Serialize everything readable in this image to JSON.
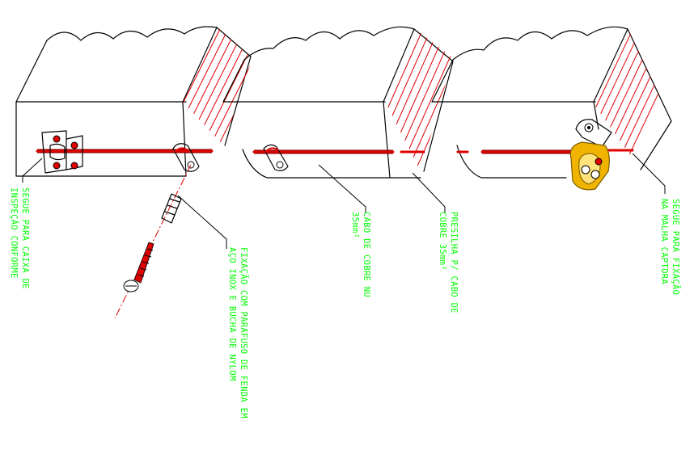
{
  "labels": {
    "segue_caixa": [
      "SEGUE PARA CAIXA DE",
      "INSPEÇÃO CONFORME"
    ],
    "fixacao": [
      "FIXAÇÃO COM PARAFUSO DE FENDA EM",
      "AÇO INOX E BUCHA DE NYLOM"
    ],
    "cabo": [
      "CABO DE COBRE NU",
      "35mm²"
    ],
    "presilha": [
      "PRESILHA P/ CABO DE",
      "COBRE 35mm²"
    ],
    "segue_malha": [
      "SEGUE PARA FIXAÇÃO",
      "NA MALHA CAPTORA"
    ]
  },
  "colors": {
    "outline": "#000000",
    "hatch": "#e00000",
    "cable": "#e00000",
    "label": "#00ff00",
    "connector": "#f0b400"
  }
}
